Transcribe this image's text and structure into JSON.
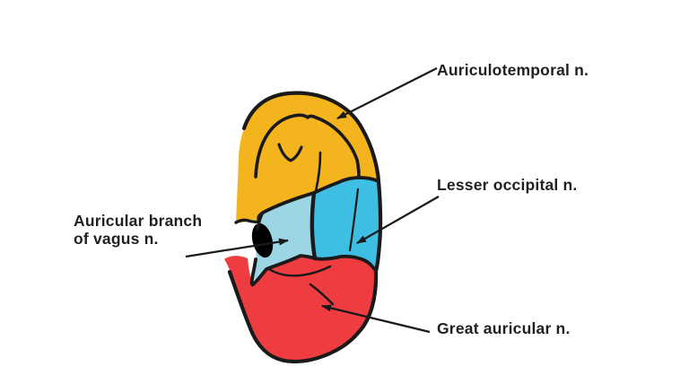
{
  "diagram": {
    "subject": "ear-nerve-innervation",
    "labels": {
      "auriculotemporal": "Auriculotemporal n.",
      "lesser_occipital": "Lesser occipital n.",
      "great_auricular": "Great auricular n.",
      "vagus_line1": "Auricular branch",
      "vagus_line2": "of vagus n."
    },
    "colors": {
      "background": "#FFFFFF",
      "outline": "#1A1A1A",
      "text": "#231F20",
      "auriculotemporal_region": "#F4B41E",
      "vagus_region": "#9CD6E4",
      "lesser_occipital_region": "#3FBEE3",
      "great_auricular_region": "#EF3C40",
      "ear_canal": "#000000"
    }
  }
}
